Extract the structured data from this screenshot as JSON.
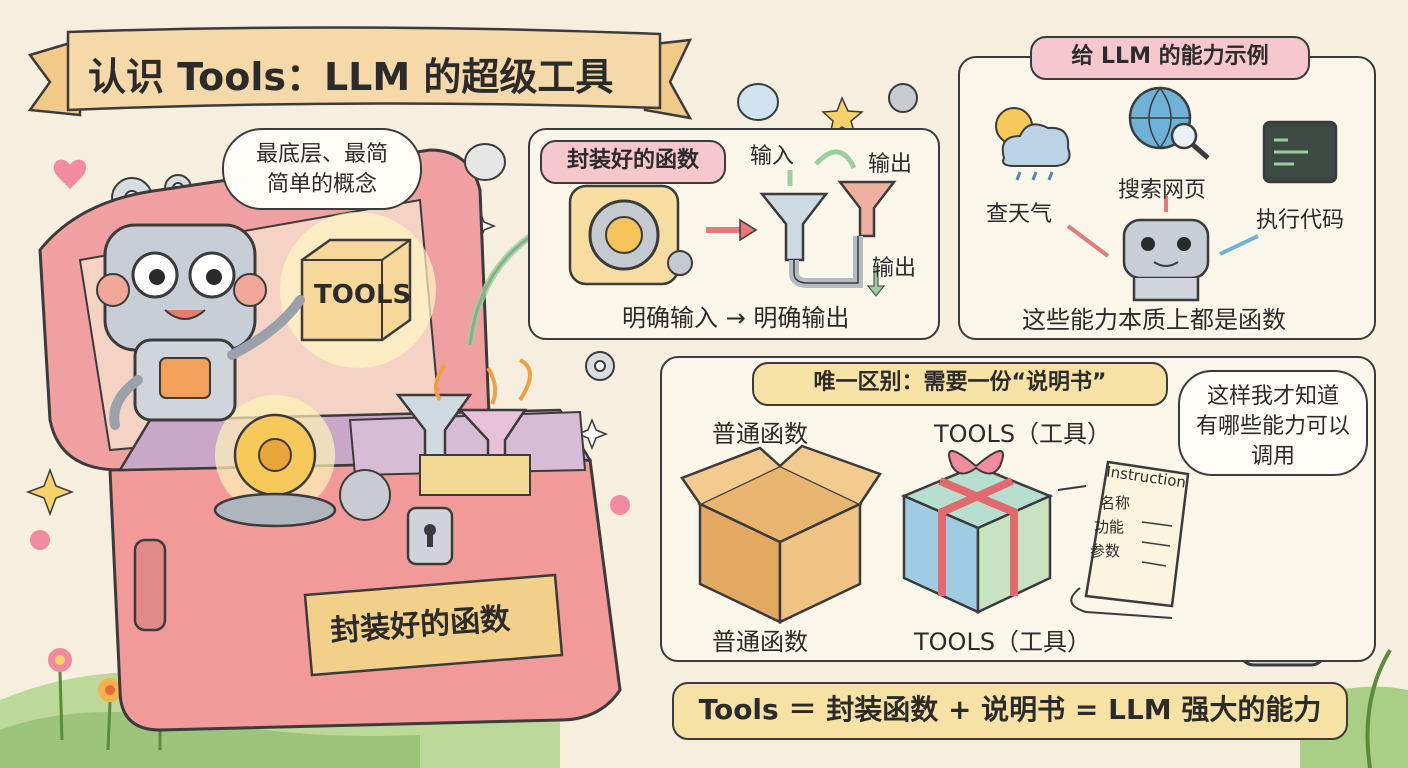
{
  "title": "认识 Tools：LLM 的超级工具",
  "robot_bubble_top": {
    "line1": "最底层、最简",
    "line2": "简单的概念"
  },
  "tools_box_label": "TOOLS",
  "chest_plate_label": "封装好的函数",
  "function_panel": {
    "title": "封装好的函数",
    "input_label": "输入",
    "output_label_top": "输出",
    "output_label_bottom": "输出",
    "caption": "明确输入 → 明确输出"
  },
  "capabilities_panel": {
    "title": "给 LLM 的能力示例",
    "weather": "查天气",
    "search": "搜索网页",
    "code": "执行代码",
    "caption": "这些能力本质上都是函数"
  },
  "difference_panel": {
    "title": "唯一区别：需要一份“说明书”",
    "normal_top": "普通函数",
    "tools_top": "TOOLS（工具）",
    "normal_bottom": "普通函数",
    "tools_bottom": "TOOLS（工具）",
    "instruction": {
      "heading": "Instruction",
      "name": "名称",
      "function": "功能",
      "params": "参数"
    }
  },
  "robot_bubble_right": {
    "line1": "这样我才知道",
    "line2": "有哪些能力可以",
    "line3": "调用"
  },
  "formula": "Tools ＝ 封装函数 + 说明书 = LLM 强大的能力",
  "colors": {
    "background": "#f6efe0",
    "chest": "#f0a0a0",
    "banner": "#f6d9a8",
    "pink_pill": "#f6c7cc",
    "yellow_pill": "#f7e2a6"
  }
}
